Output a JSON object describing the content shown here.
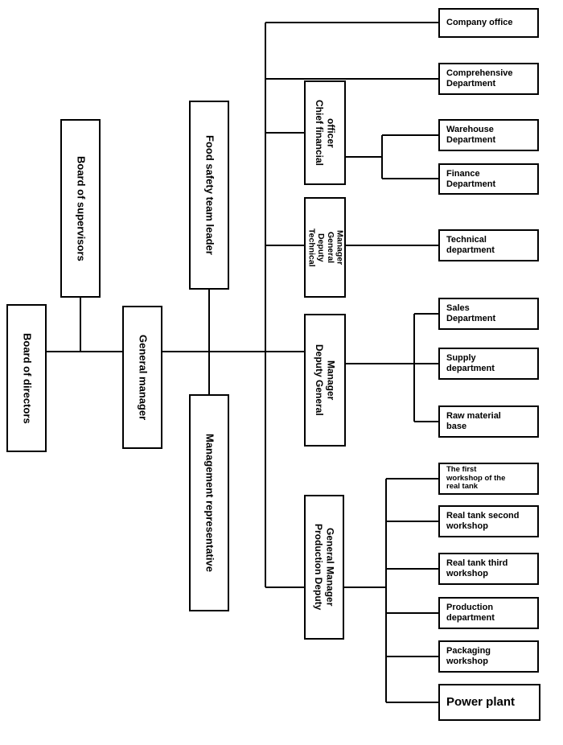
{
  "colors": {
    "background": "#ffffff",
    "box_border": "#000000",
    "line": "#000000",
    "text": "#000000"
  },
  "nodes": {
    "board_of_directors": "Board of directors",
    "board_of_supervisors": "Board of supervisors",
    "general_manager": "General manager",
    "food_safety_team_leader": "Food safety team leader",
    "management_representative": "Management representative",
    "chief_financial_officer": "Chief financial\nofficer",
    "technical_deputy_general_manager": "Technical\nDeputy\nGeneral\nManager",
    "deputy_general_manager": "Deputy General\nManager",
    "production_deputy_general_manager": "Production Deputy\nGeneral Manager",
    "company_office": "Company office",
    "comprehensive_department": "Comprehensive\nDepartment",
    "warehouse_department": "Warehouse\nDepartment",
    "finance_department": "Finance\nDepartment",
    "technical_department": "Technical\ndepartment",
    "sales_department": "Sales\nDepartment",
    "supply_department": "Supply\ndepartment",
    "raw_material_base": "Raw material\nbase",
    "first_real_tank_workshop": "The first\nworkshop of the\nreal tank",
    "real_tank_second_workshop": "Real tank second\nworkshop",
    "real_tank_third_workshop": "Real tank third\nworkshop",
    "production_department": "Production\ndepartment",
    "packaging_workshop": "Packaging\nworkshop",
    "power_plant": "Power plant"
  }
}
